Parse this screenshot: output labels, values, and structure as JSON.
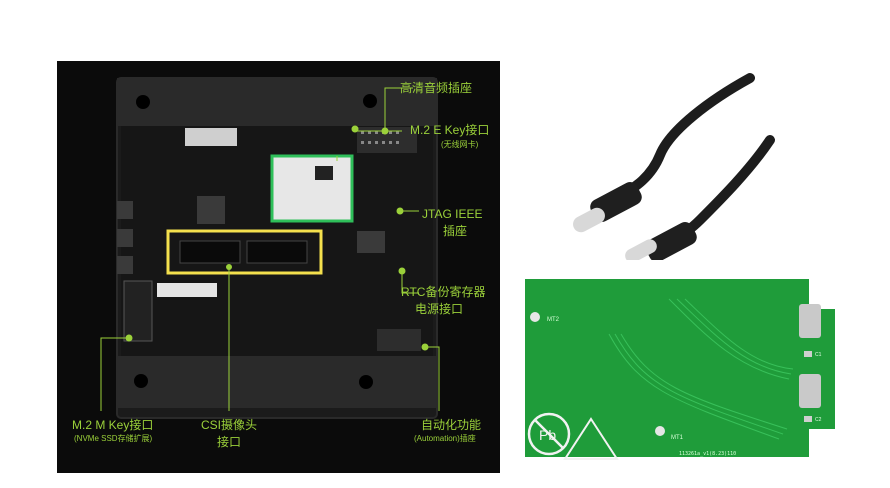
{
  "callouts": {
    "hdmi": "高清音频插座",
    "m2e_title": "M.2 E Key接口",
    "m2e_sub": "(无线网卡)",
    "jtag_line1": "JTAG IEEE",
    "jtag_line2": "插座",
    "rtc_line1": "RTC备份寄存器",
    "rtc_line2": "电源接口",
    "m2m_title": "M.2 M Key接口",
    "m2m_sub": "(NVMe SSD存储扩展)",
    "csi_line1": "CSI摄像头",
    "csi_line2": "接口",
    "auto_title": "自动化功能",
    "auto_sub": "(Automation)插座"
  },
  "pcb": {
    "mt2": "MT2",
    "mt1": "MT1",
    "c1": "C1",
    "c2": "C2",
    "pb": "Pb",
    "rev": "113261a_v1(8.23)110"
  },
  "colors": {
    "accent": "#9bd13a",
    "panel_bg": "#0b0b0b",
    "pcb_green": "#1f9c3a",
    "highlight": "#f4e04d"
  }
}
